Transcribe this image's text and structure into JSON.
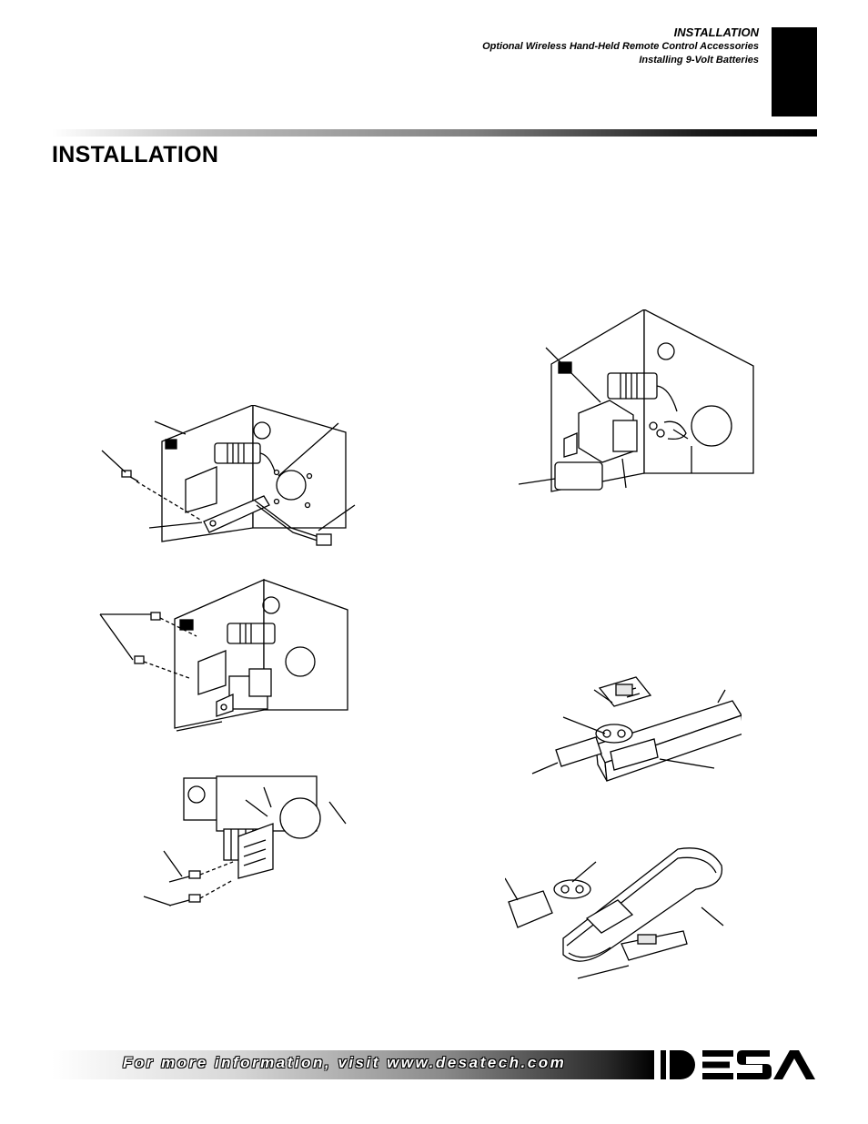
{
  "header": {
    "section": "INSTALLATION",
    "subtitle_1": "Optional Wireless Hand-Held Remote Control Accessories",
    "subtitle_2": "Installing 9-Volt Batteries"
  },
  "page": {
    "title": "INSTALLATION"
  },
  "footer": {
    "text": "For more information, visit www.desatech.com",
    "logo_text": "DESA"
  },
  "colors": {
    "ink": "#000000",
    "paper": "#ffffff",
    "rule_gray": "#808080"
  }
}
